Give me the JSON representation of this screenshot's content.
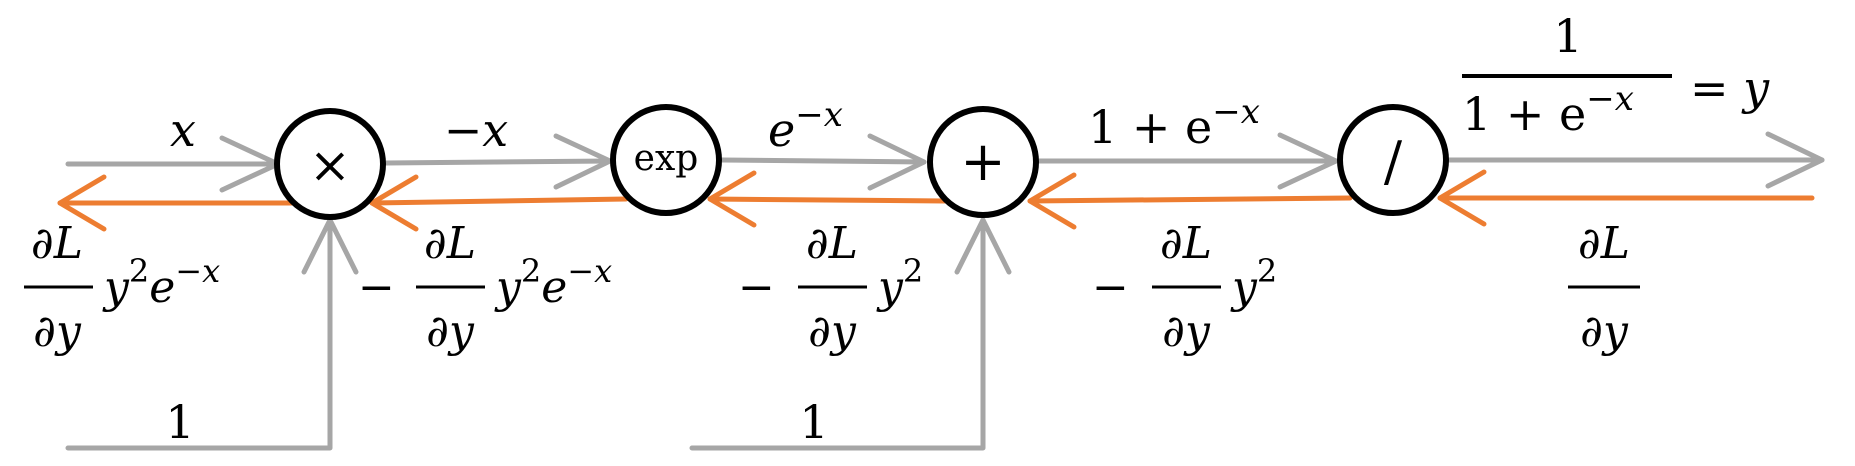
{
  "nodes": [
    {
      "id": "mul",
      "symbol": "×"
    },
    {
      "id": "exp",
      "symbol": "exp"
    },
    {
      "id": "add",
      "symbol": "+"
    },
    {
      "id": "div",
      "symbol": "/"
    }
  ],
  "forward": {
    "x": "x",
    "neg_x": "−x",
    "exp_base": "e",
    "exp_sup": "−x",
    "one_plus": "1 + e",
    "one_plus_sup": "−x",
    "output_num": "1",
    "output_den": "1 + e",
    "output_den_sup": "−x",
    "output_eq": "= y",
    "const_1": "1",
    "const_2": "1"
  },
  "backward": {
    "d_num": "∂L",
    "d_den": "∂y",
    "minus": "−",
    "y2e": "y",
    "sq": "2",
    "e": "e",
    "neg_x": "−x"
  },
  "colors": {
    "forward": "#a6a6a6",
    "backward": "#ed7d31",
    "node_stroke": "#000000"
  }
}
